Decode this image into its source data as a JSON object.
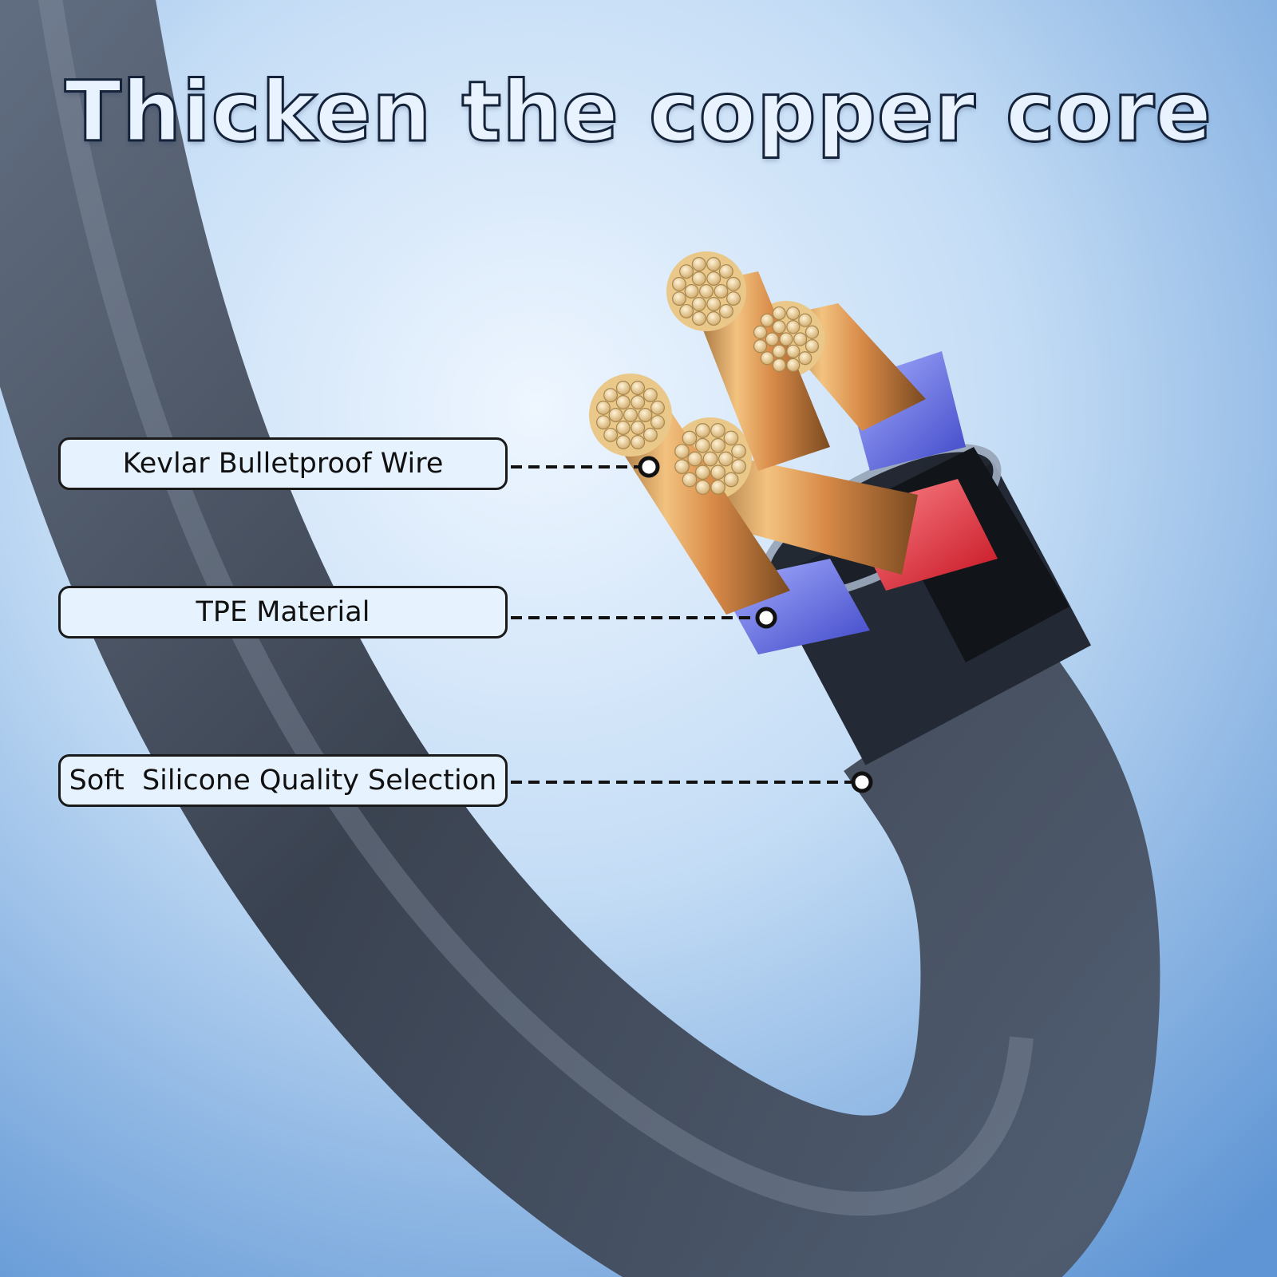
{
  "headline": "Thicken the copper core",
  "callouts": [
    {
      "label": "Kevlar Bulletproof Wire"
    },
    {
      "label": "TPE Material"
    },
    {
      "label": "Soft  Silicone Quality Selection"
    }
  ],
  "colors": {
    "background_light": "#dcecfb",
    "background_dark": "#6e9fd8",
    "cable_sheath": "#3a4250",
    "copper": "#d99a5a",
    "insulation_blue": "#7b84e8",
    "insulation_red": "#f2404a",
    "label_fill": "#e6f2fd",
    "label_border": "#1a1a1a"
  }
}
